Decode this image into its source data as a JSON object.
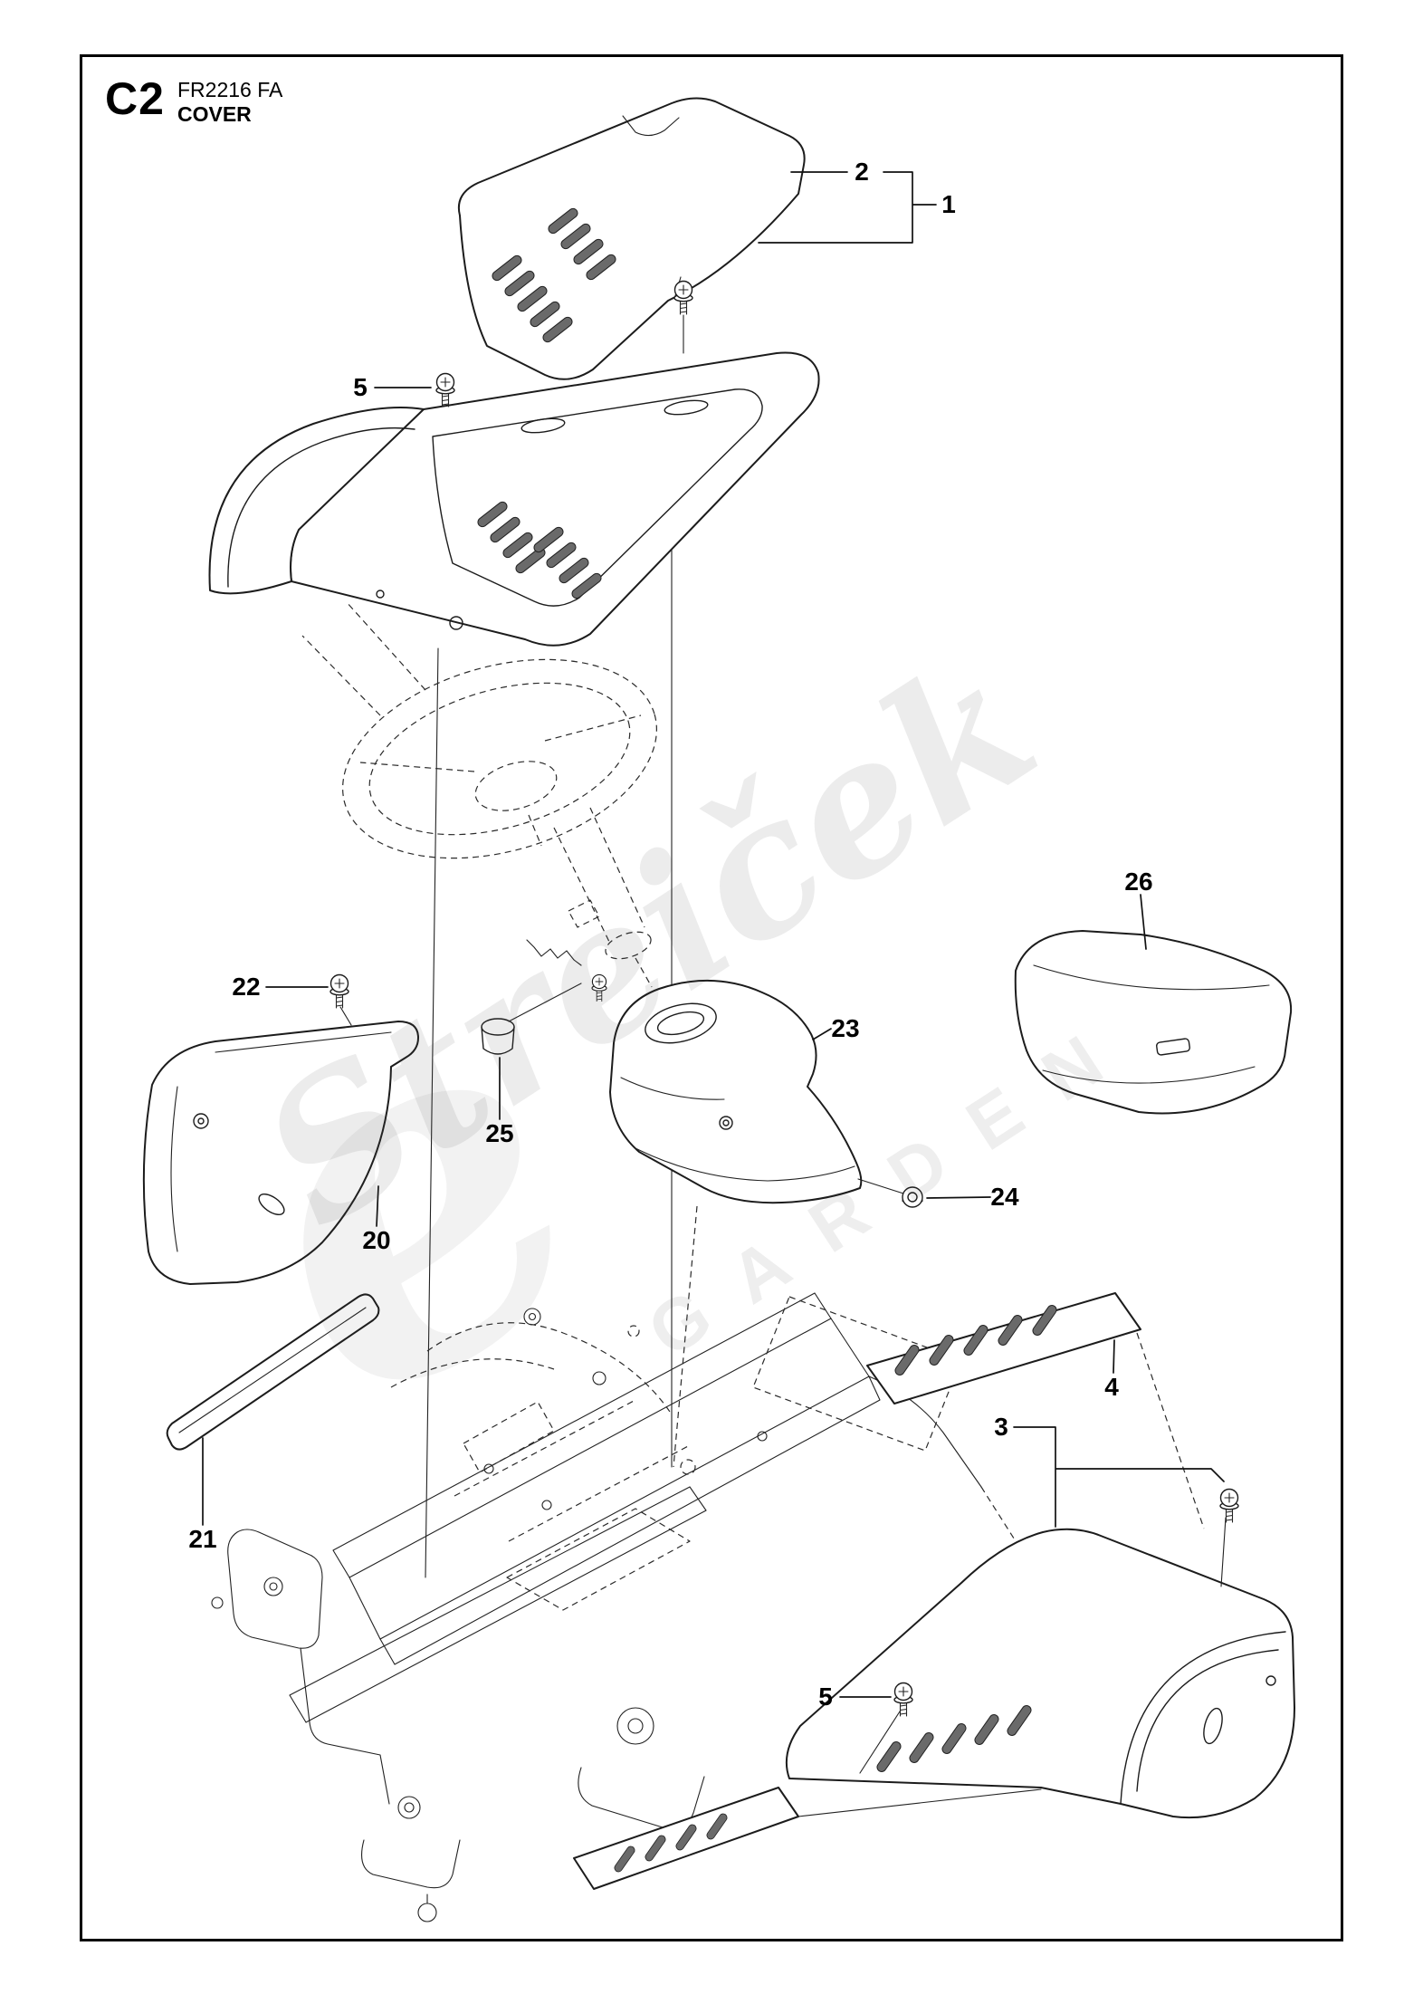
{
  "page": {
    "section_code": "C2",
    "model": "FR2216 FA",
    "title": "COVER"
  },
  "watermark": {
    "line1": "Streiček",
    "line2": "GARDEN",
    "monogram": "e"
  },
  "callouts": [
    {
      "ref": "2"
    },
    {
      "ref": "1"
    },
    {
      "ref": "5"
    },
    {
      "ref": "22"
    },
    {
      "ref": "26"
    },
    {
      "ref": "23"
    },
    {
      "ref": "25"
    },
    {
      "ref": "20"
    },
    {
      "ref": "24"
    },
    {
      "ref": "21"
    },
    {
      "ref": "3"
    },
    {
      "ref": "4"
    },
    {
      "ref": "5"
    }
  ]
}
